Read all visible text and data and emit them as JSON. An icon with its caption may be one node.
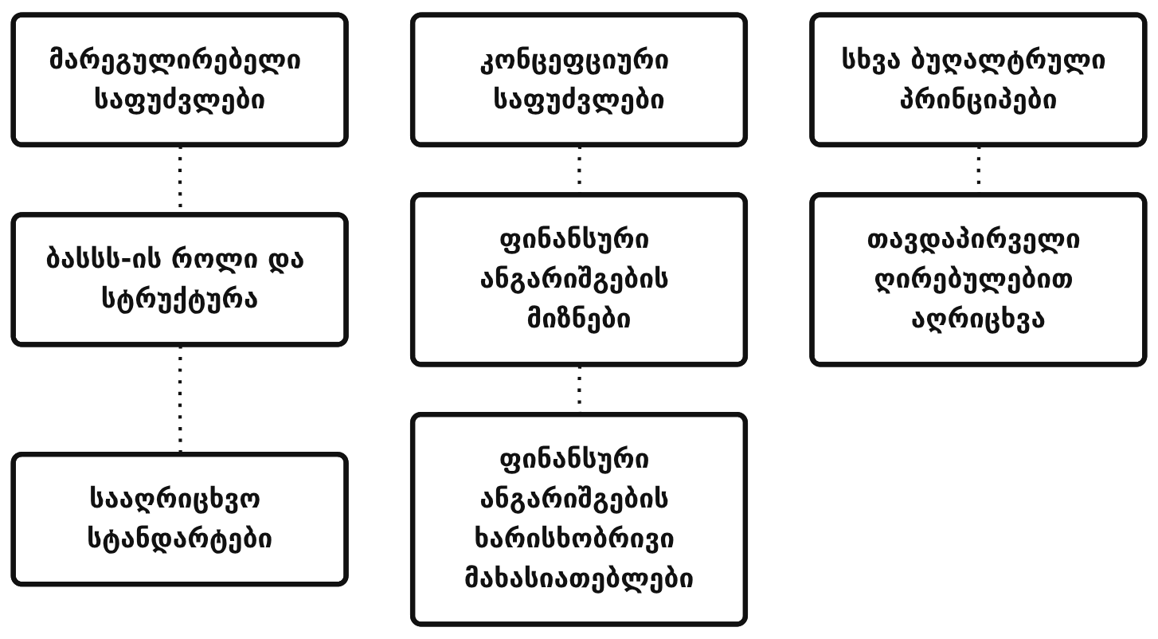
{
  "diagram": {
    "nodes": [
      {
        "text": [
          "მარეგულირებელი საფუძვლები"
        ]
      },
      {
        "text": [
          "ბასსს-ის როლი და სტრუქტურა"
        ]
      },
      {
        "text": [
          "სააღრიცხვო სტანდარტები"
        ]
      },
      {
        "text": [
          "კონცეფციური საფუძვლები"
        ]
      },
      {
        "text": [
          "ფინანსური ანგარიშგების მიზნები"
        ]
      },
      {
        "text": [
          "ფინანსური ანგარიშგების ხარისხობრივი მახასიათებლები"
        ]
      },
      {
        "text": [
          "სხვა ბუღალტრული პრინციპები"
        ]
      },
      {
        "text": [
          "თავდაპირველი ღირებულებით აღრიცხვა"
        ]
      }
    ],
    "edges": [
      {
        "from": 0,
        "to": 1,
        "arrow": "none",
        "style": "dashed"
      },
      {
        "from": 1,
        "to": 2,
        "arrow": "none",
        "style": "dashed"
      },
      {
        "from": 3,
        "to": 4,
        "arrow": "none",
        "style": "dashed"
      },
      {
        "from": 4,
        "to": 5,
        "arrow": "none",
        "style": "dashed"
      },
      {
        "from": 6,
        "to": 7,
        "arrow": "none",
        "style": "dashed"
      }
    ]
  }
}
